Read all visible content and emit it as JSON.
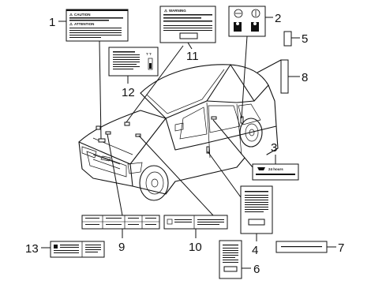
{
  "callouts": {
    "n1": "1",
    "n2": "2",
    "n3": "3",
    "n4": "4",
    "n5": "5",
    "n6": "6",
    "n7": "7",
    "n8": "8",
    "n9": "9",
    "n10": "10",
    "n11": "11",
    "n12": "12",
    "n13": "13"
  },
  "label1": {
    "line1": "CAUTION",
    "line2": "ATTENTION"
  },
  "label11": {
    "line1": "WARNING"
  },
  "label3": {
    "line1": "24 hours"
  }
}
